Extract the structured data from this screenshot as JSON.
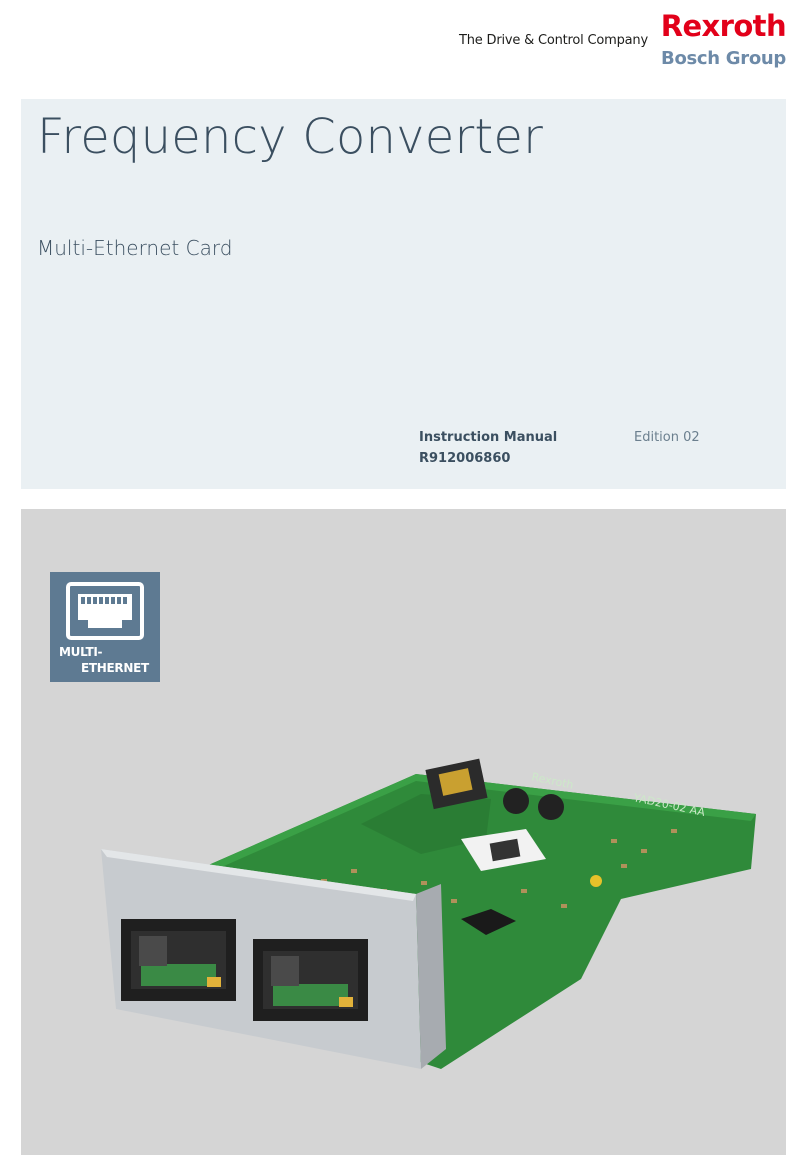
{
  "header": {
    "tagline": "The Drive & Control Company",
    "brand_name": "Rexroth",
    "brand_group": "Bosch Group"
  },
  "cover": {
    "title": "Frequency Converter",
    "subtitle": "Multi-Ethernet Card",
    "doc_type": "Instruction Manual",
    "doc_number": "R912006860",
    "edition": "Edition 02"
  },
  "badge": {
    "icon": "ethernet-port-icon",
    "line1": "MULTI-",
    "line2": "ETHERNET"
  },
  "board_print": {
    "brand": "Rexroth",
    "model": "YAD20-02 AA"
  },
  "colors": {
    "brand_red": "#e2001a",
    "brand_blue": "#6d8aa8",
    "title_text": "#3b4f60",
    "title_panel_bg": "#eaf0f3",
    "photo_bg": "#d5d5d5",
    "badge_bg": "#5e7a92"
  }
}
